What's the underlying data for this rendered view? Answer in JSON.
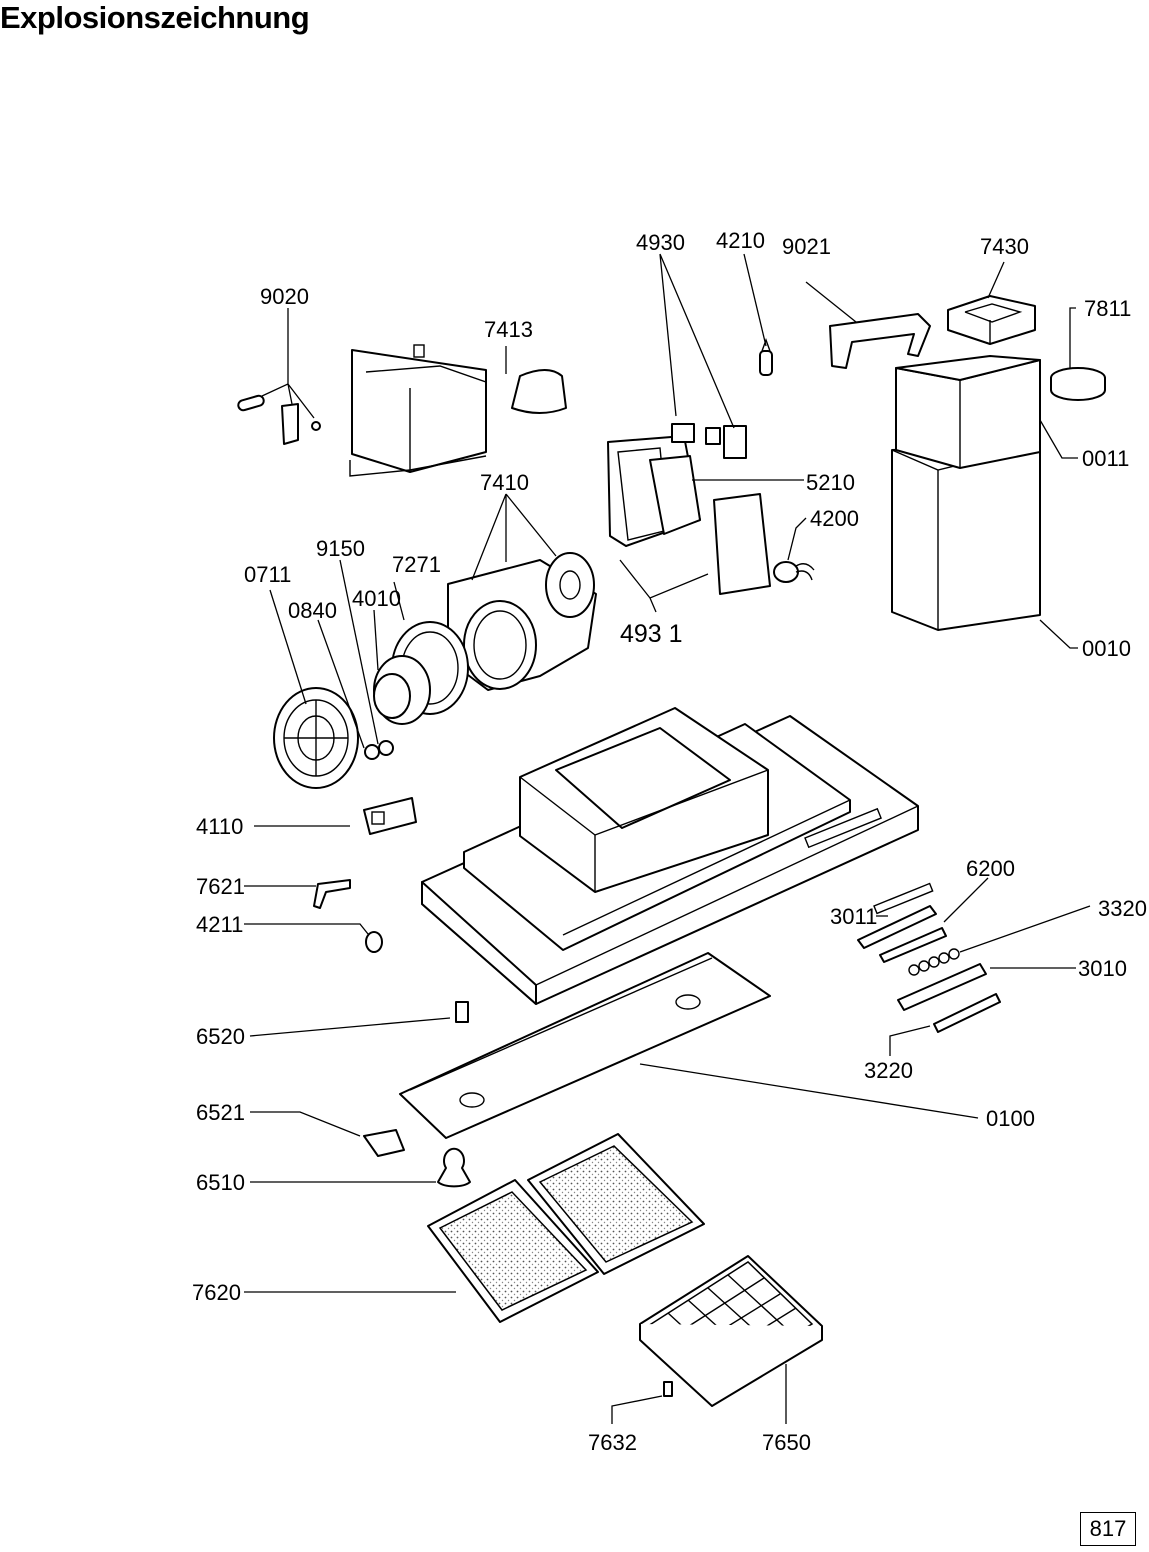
{
  "title": "Explosionszeichnung",
  "page_number": "817",
  "part_labels": {
    "p9020": "9020",
    "p7413": "7413",
    "p4930": "4930",
    "p4210": "4210",
    "p9021": "9021",
    "p7430": "7430",
    "p7811": "7811",
    "p0011": "0011",
    "p5210": "5210",
    "p7410": "7410",
    "p4200": "4200",
    "p9150": "9150",
    "p7271": "7271",
    "p0711": "0711",
    "p4010": "4010",
    "p0840": "0840",
    "p4931": "493 1",
    "p0010": "0010",
    "p4110": "4110",
    "p6200": "6200",
    "p7621": "7621",
    "p3011": "3011",
    "p3320": "3320",
    "p4211": "4211",
    "p3010": "3010",
    "p6520": "6520",
    "p3220": "3220",
    "p0100": "0100",
    "p6521": "6521",
    "p6510": "6510",
    "p7620": "7620",
    "p7632": "7632",
    "p7650": "7650"
  }
}
